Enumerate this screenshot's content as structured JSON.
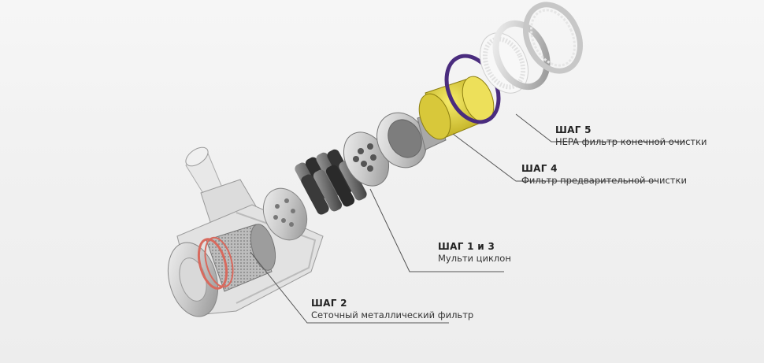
{
  "callouts": {
    "step5": {
      "title": "ШАГ 5",
      "desc": "HEPA фильтр конечной очистки"
    },
    "step4": {
      "title": "ШАГ 4",
      "desc": "Фильтр предварительной очистки"
    },
    "step13": {
      "title": "ШАГ 1 и 3",
      "desc": "Мульти циклон"
    },
    "step2": {
      "title": "ШАГ 2",
      "desc": "Сеточный металлический фильтр"
    }
  },
  "colors": {
    "leader": "#555555",
    "mesh_ring": "#d86a5e",
    "prefilter": "#e6d83a",
    "gasket": "#4a2c7e"
  }
}
